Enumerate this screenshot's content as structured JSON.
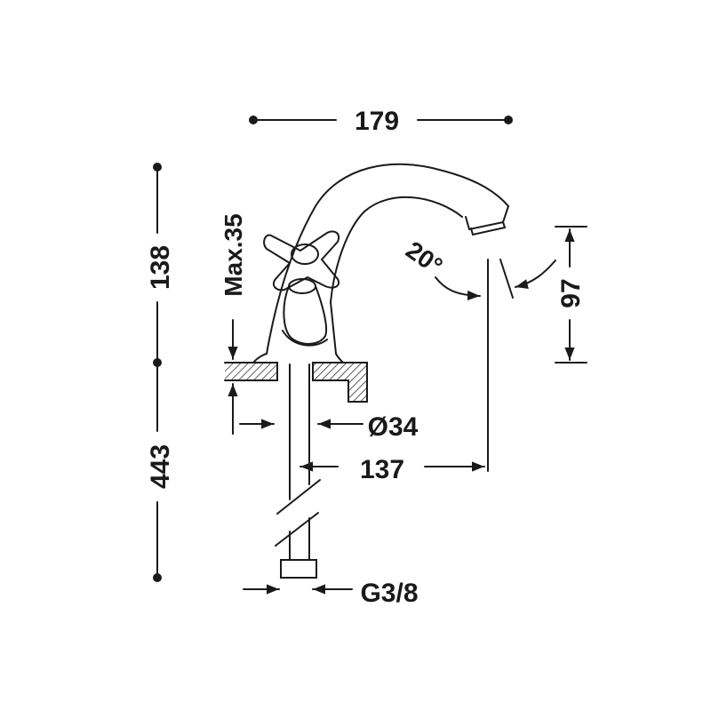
{
  "drawing": {
    "dimensions": {
      "overall_width": "179",
      "spout_height": "138",
      "total_height": "443",
      "deck_thickness_max": "Max.35",
      "spout_angle": "20°",
      "outlet_height": "97",
      "hole_diameter": "Ø34",
      "spout_reach": "137",
      "connection_thread": "G3/8"
    },
    "colors": {
      "line": "#1a1a1a",
      "background": "#ffffff"
    }
  }
}
